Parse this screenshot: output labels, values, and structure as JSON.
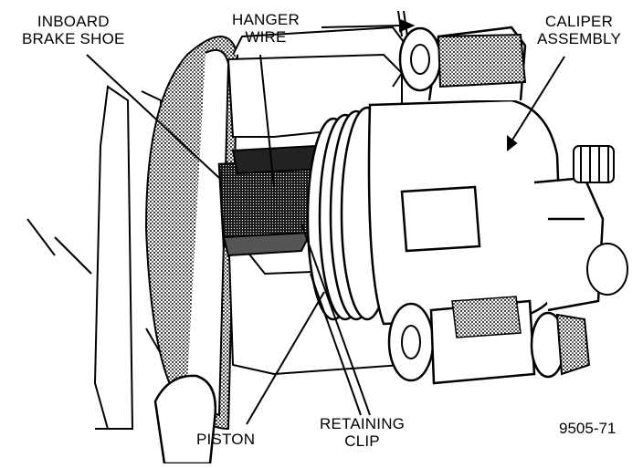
{
  "labels": {
    "inboard_brake_shoe": [
      "INBOARD",
      "BRAKE SHOE"
    ],
    "hanger_wire": [
      "HANGER",
      "WIRE"
    ],
    "caliper_assembly": [
      "CALIPER",
      "ASSEMBLY"
    ],
    "piston": "PISTON",
    "retaining_clip": [
      "RETAINING",
      "CLIP"
    ]
  },
  "figure_number": "9505-71",
  "colors": {
    "ink": "#000000",
    "paper": "#ffffff",
    "hatch": "#3a3a3a"
  }
}
